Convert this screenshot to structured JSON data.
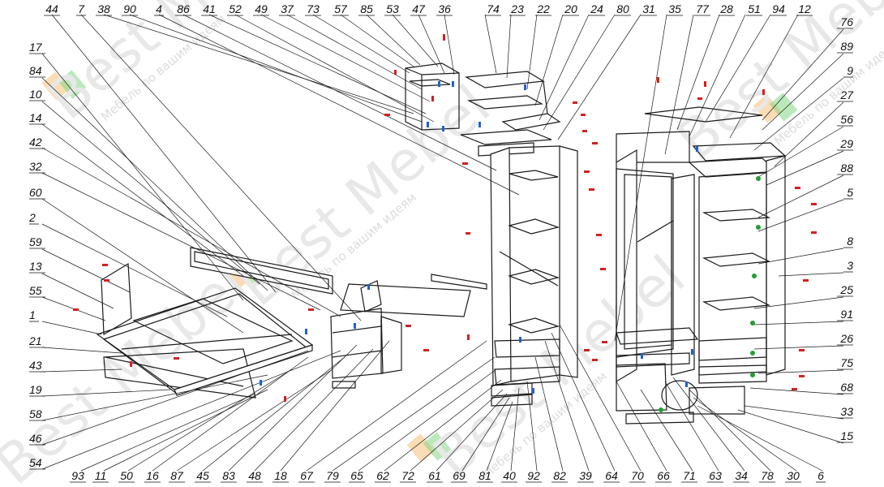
{
  "watermark": {
    "brand": "Best Mebel",
    "slogan": "Мебель по вашим идеям"
  },
  "callouts": {
    "top": [
      "44",
      "7",
      "38",
      "90",
      "4",
      "86",
      "41",
      "52",
      "49",
      "37",
      "73",
      "57",
      "85",
      "53",
      "47",
      "36",
      "74",
      "23",
      "22",
      "20",
      "24",
      "80",
      "31",
      "35",
      "77",
      "28",
      "51",
      "94",
      "12"
    ],
    "left": [
      "17",
      "84",
      "10",
      "14",
      "42",
      "32",
      "60",
      "2",
      "59",
      "13",
      "55",
      "1",
      "21",
      "43",
      "19",
      "58",
      "46",
      "54"
    ],
    "right": [
      "76",
      "89",
      "9",
      "27",
      "56",
      "29",
      "88",
      "5",
      "8",
      "3",
      "25",
      "91",
      "26",
      "75",
      "68",
      "33",
      "15"
    ],
    "bottom": [
      "93",
      "11",
      "50",
      "16",
      "87",
      "45",
      "83",
      "48",
      "18",
      "67",
      "79",
      "65",
      "62",
      "72",
      "61",
      "69",
      "81",
      "40",
      "92",
      "82",
      "39",
      "64",
      "70",
      "66",
      "71",
      "63",
      "34",
      "78",
      "30",
      "6"
    ]
  },
  "colors": {
    "line": "#1a1a1a",
    "marker_red": "#d42020",
    "marker_blue": "#2060d0",
    "marker_green": "#20a030",
    "logo_orange": "#f7b35a",
    "logo_green": "#6ccf6c"
  }
}
